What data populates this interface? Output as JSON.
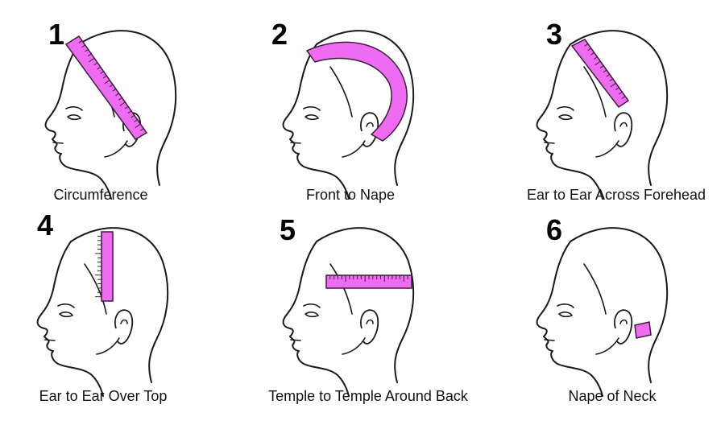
{
  "panels": [
    {
      "number": "1",
      "caption": "Circumference",
      "tape": "diag"
    },
    {
      "number": "2",
      "caption": "Front to Nape",
      "tape": "arc"
    },
    {
      "number": "3",
      "caption": "Ear to Ear Across Forehead",
      "tape": "diag-short"
    },
    {
      "number": "4",
      "caption": "Ear to Ear Over Top",
      "tape": "vertical"
    },
    {
      "number": "5",
      "caption": "Temple to Temple Around Back",
      "tape": "horizontal"
    },
    {
      "number": "6",
      "caption": "Nape of Neck",
      "tape": "nape"
    }
  ],
  "colors": {
    "tape_fill": "#ef6cf2",
    "tape_stroke": "#3a1d3a",
    "line": "#1a1a1a"
  }
}
